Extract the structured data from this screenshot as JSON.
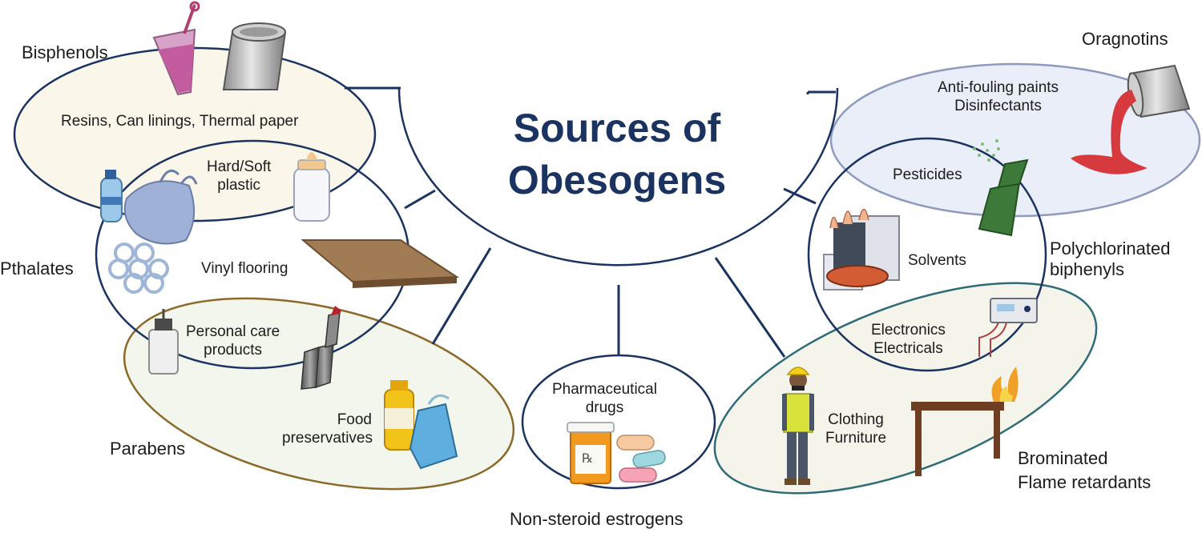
{
  "title": {
    "line1": "Sources of",
    "line2": "Obesogens"
  },
  "groups": {
    "bisphenols": "Bisphenols",
    "pthalates": "Pthalates",
    "parabens": "Parabens",
    "nonsteroid": "Non-steroid estrogens",
    "organotins": "Oragnotins",
    "pcb_line1": "Polychlorinated",
    "pcb_line2": "biphenyls",
    "bfr_line1": "Brominated",
    "bfr_line2": "Flame retardants"
  },
  "sources": {
    "resins": "Resins, Can linings, Thermal paper",
    "plastic_line1": "Hard/Soft",
    "plastic_line2": "plastic",
    "vinyl": "Vinyl flooring",
    "personal_line1": "Personal care",
    "personal_line2": "products",
    "food_line1": "Food",
    "food_line2": "preservatives",
    "pharma_line1": "Pharmaceutical",
    "pharma_line2": "drugs",
    "antifouling": "Anti-fouling paints",
    "disinfectants": "Disinfectants",
    "pesticides": "Pesticides",
    "solvents": "Solvents",
    "electronics": "Electronics",
    "electricals": "Electricals",
    "clothing": "Clothing",
    "furniture": "Furniture"
  },
  "icon_glyphs": {
    "rx": "℞"
  },
  "colors": {
    "navy": "#1b3361",
    "bisphenols_fill": "#fbf6ea",
    "parabens_stroke": "#8c6a2c",
    "parabens_fill": "#f3f6ec",
    "organotins_stroke": "#8f9ac0",
    "organotins_fill": "#e9eef8",
    "bfr_stroke": "#2f6b78",
    "bfr_fill": "#f4f4ea"
  }
}
